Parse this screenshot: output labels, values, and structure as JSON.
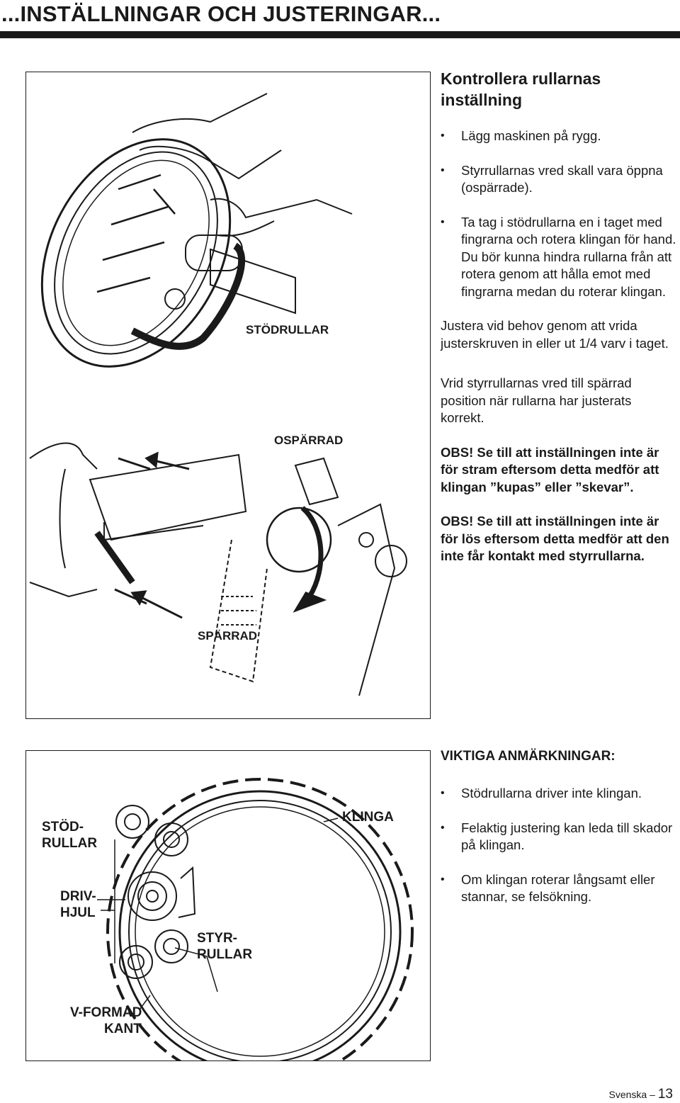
{
  "header": {
    "title": "...INSTÄLLNINGAR OCH JUSTERINGAR..."
  },
  "figure_top": {
    "labels": {
      "stodrullar": "STÖDRULLAR",
      "osparrad": "OSPÄRRAD",
      "sparrad": "SPÄRRAD"
    }
  },
  "figure_bottom": {
    "labels": {
      "stod_1": "STÖD-",
      "stod_2": "RULLAR",
      "driv_1": "DRIV-",
      "driv_2": "HJUL",
      "klinga": "KLINGA",
      "styr_1": "STYR-",
      "styr_2": "RULLAR",
      "vform_1": "V-FORMAD",
      "vform_2": "KANT"
    }
  },
  "section1": {
    "title_1": "Kontrollera rullarnas",
    "title_2": "inställning",
    "bullets": [
      "Lägg maskinen på rygg.",
      "Styrrullarnas vred skall vara öppna (ospärrade).",
      "Ta tag i stödrullarna en i taget med fingrarna och rotera klingan för hand. Du bör kunna hindra rullarna från att rotera genom att hålla emot med fingrarna medan du roterar klingan."
    ],
    "paragraphs": [
      "Justera vid behov genom att vrida justerskruven in eller ut 1/4 varv i taget.",
      "Vrid styrrullarnas vred till spärrad position när rullarna har justerats korrekt."
    ],
    "warnings": [
      "OBS! Se till att inställningen inte är för stram eftersom detta medför att klingan ”kupas” eller ”skevar”.",
      "OBS! Se till att inställningen inte är för lös eftersom detta medför att den inte får kontakt med styrrullarna."
    ]
  },
  "section2": {
    "title": "VIKTIGA ANMÄRKNINGAR:",
    "bullets": [
      "Stödrullarna driver inte klingan.",
      "Felaktig justering kan leda till skador på klingan.",
      "Om klingan roterar långsamt eller stannar, se felsökning."
    ]
  },
  "footer": {
    "language": "Svenska –",
    "page": "13"
  }
}
